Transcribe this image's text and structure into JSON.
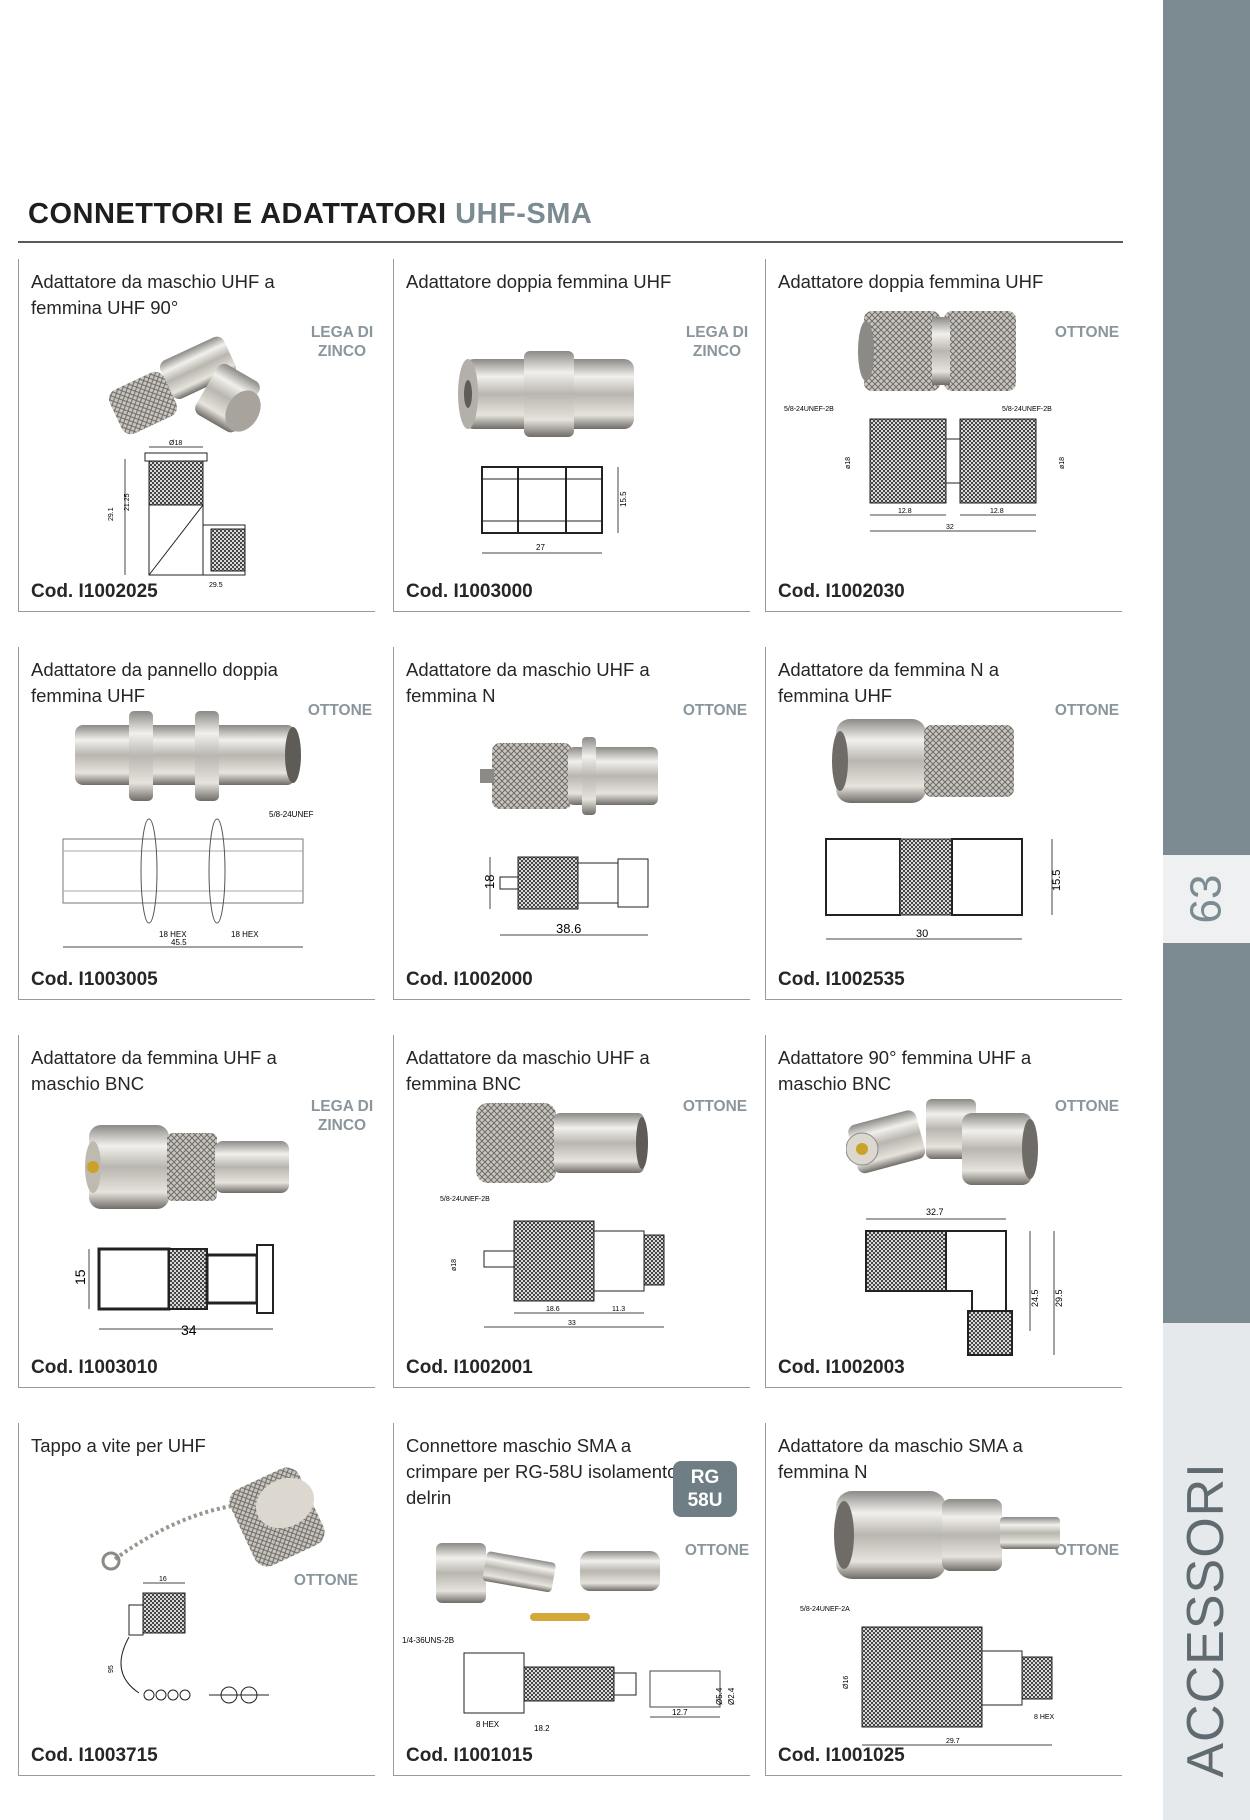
{
  "header": {
    "title_main": "CONNETTORI E ADATTATORI",
    "title_accent": "UHF-SMA"
  },
  "sidebar": {
    "page_number": "63",
    "section": "ACCESSORI"
  },
  "colors": {
    "accent": "#7c8b92",
    "material": "#8a969c",
    "badge": "#6f7d85"
  },
  "products": [
    {
      "desc": "Adattatore da maschio UHF a femmina UHF 90°",
      "material": "LEGA DI ZINCO",
      "code": "Cod. I1002025",
      "dims": [
        "Ø18",
        "21.25",
        "29.1",
        "29.5"
      ]
    },
    {
      "desc": "Adattatore doppia femmina UHF",
      "material": "LEGA DI ZINCO",
      "code": "Cod. I1003000",
      "dims": [
        "27",
        "15.5"
      ]
    },
    {
      "desc": "Adattatore doppia femmina UHF",
      "material": "OTTONE",
      "code": "Cod. I1002030",
      "dims": [
        "5/8-24UNEF-2B",
        "5/8-24UNEF-2B",
        "ø18",
        "ø18",
        "12.8",
        "12.8",
        "32"
      ]
    },
    {
      "desc": "Adattatore da pannello doppia femmina UHF",
      "material": "OTTONE",
      "code": "Cod. I1003005",
      "dims": [
        "5/8-24UNEF",
        "18 HEX",
        "18 HEX",
        "45.5"
      ]
    },
    {
      "desc": "Adattatore da maschio UHF a femmina N",
      "material": "OTTONE",
      "code": "Cod. I1002000",
      "dims": [
        "18",
        "38.6"
      ]
    },
    {
      "desc": "Adattatore da femmina N a femmina UHF",
      "material": "OTTONE",
      "code": "Cod. I1002535",
      "dims": [
        "30",
        "15.5"
      ]
    },
    {
      "desc": "Adattatore da femmina UHF a maschio BNC",
      "material": "LEGA DI ZINCO",
      "code": "Cod. I1003010",
      "dims": [
        "15",
        "34"
      ]
    },
    {
      "desc": "Adattatore da maschio UHF a femmina BNC",
      "material": "OTTONE",
      "code": "Cod. I1002001",
      "dims": [
        "5/8-24UNEF-2B",
        "ø18",
        "18.6",
        "11.3",
        "33"
      ]
    },
    {
      "desc": "Adattatore 90° femmina UHF a maschio BNC",
      "material": "OTTONE",
      "code": "Cod. I1002003",
      "dims": [
        "32.7",
        "24.5",
        "29.5"
      ]
    },
    {
      "desc": "Tappo a vite per UHF",
      "material": "OTTONE",
      "code": "Cod. I1003715",
      "dims": [
        "16",
        "95"
      ]
    },
    {
      "desc": "Connettore maschio SMA a crimpare per RG-58U isolamento delrin",
      "material": "OTTONE",
      "badge": "RG 58U",
      "code": "Cod. I1001015",
      "dims": [
        "1/4-36UNS-2B",
        "8 HEX",
        "18.2",
        "12.7",
        "Ø2.4",
        "Ø5.4"
      ]
    },
    {
      "desc": "Adattatore da maschio SMA a femmina N",
      "material": "OTTONE",
      "code": "Cod. I1001025",
      "dims": [
        "5/8-24UNEF-2A",
        "Ø16",
        "8 HEX",
        "29.7"
      ]
    }
  ]
}
